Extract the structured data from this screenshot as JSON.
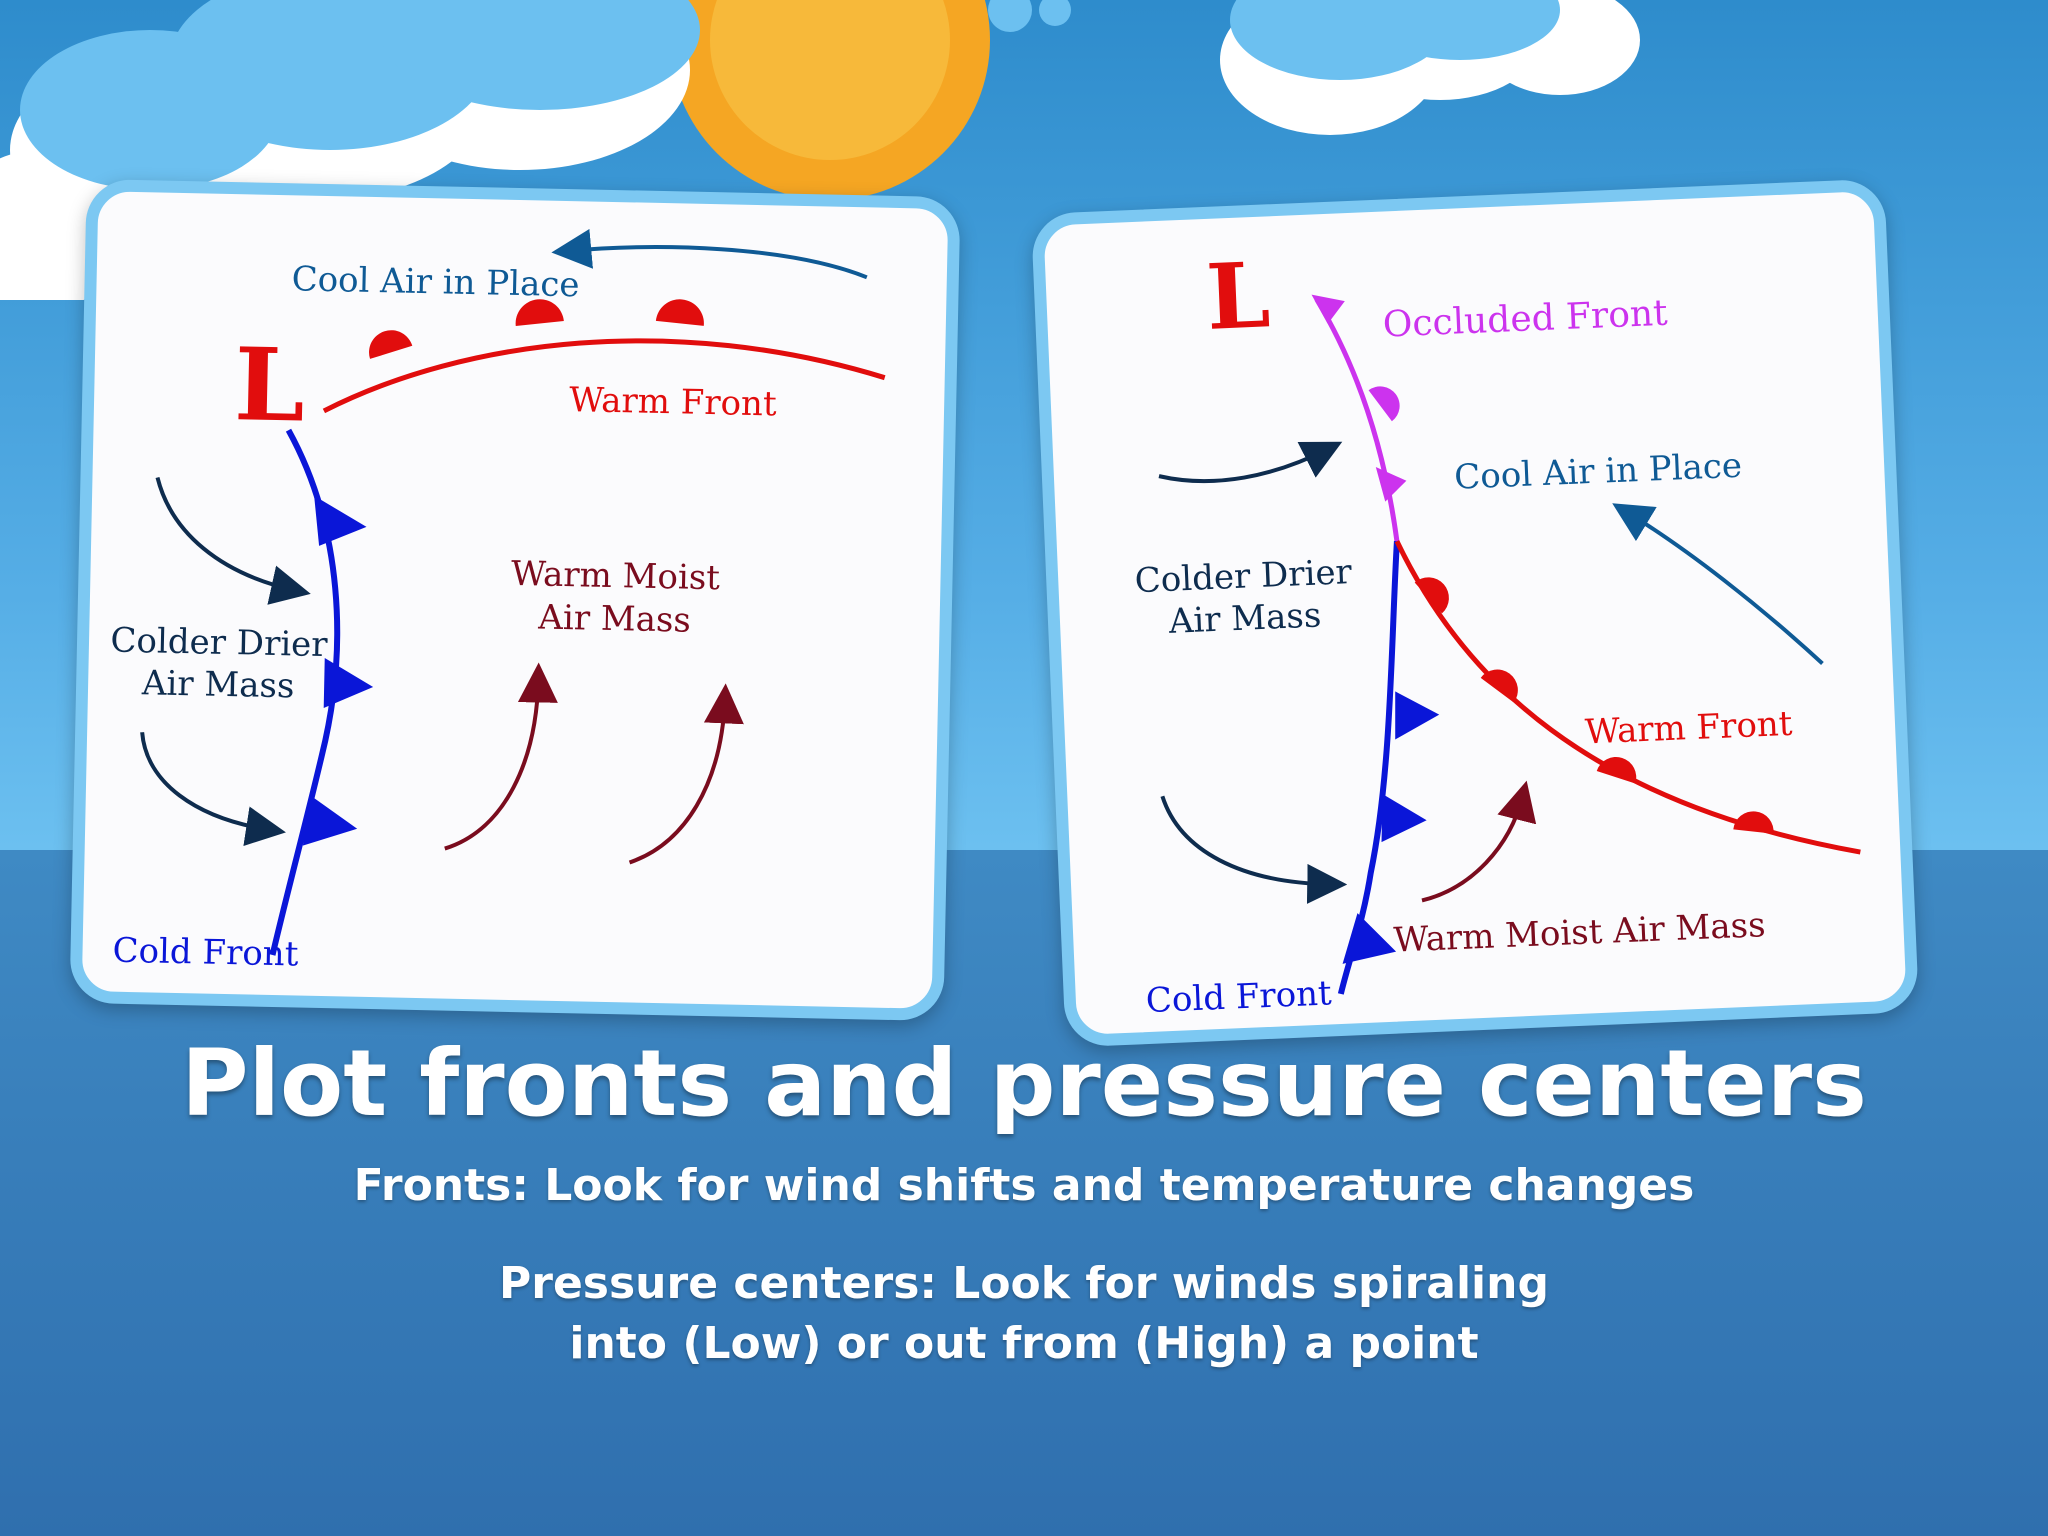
{
  "slide": {
    "title": "Plot fronts and pressure centers",
    "fronts_text": "Fronts: Look for wind shifts and temperature changes",
    "pressure_line1": "Pressure centers: Look for winds spiraling",
    "pressure_line2": "into (Low) or out from (High) a point"
  },
  "diagram_left": {
    "low_symbol": "L",
    "cool_air": "Cool Air in Place",
    "warm_front": "Warm Front",
    "warm_moist_1": "Warm Moist",
    "warm_moist_2": "Air Mass",
    "colder_drier_1": "Colder Drier",
    "colder_drier_2": "Air Mass",
    "cold_front": "Cold Front"
  },
  "diagram_right": {
    "low_symbol": "L",
    "occluded_front": "Occluded Front",
    "cool_air": "Cool Air in Place",
    "colder_drier_1": "Colder Drier",
    "colder_drier_2": "Air Mass",
    "warm_front": "Warm Front",
    "warm_moist": "Warm Moist Air Mass",
    "cold_front": "Cold Front"
  },
  "colors": {
    "cold_front": "#0a16d8",
    "warm_front": "#e10d0d",
    "occluded_front": "#cc33ee",
    "cool_air_arrow": "#0f5a95",
    "dark_arrow": "#0e2c4e",
    "warm_arrow": "#7a0c1e"
  }
}
